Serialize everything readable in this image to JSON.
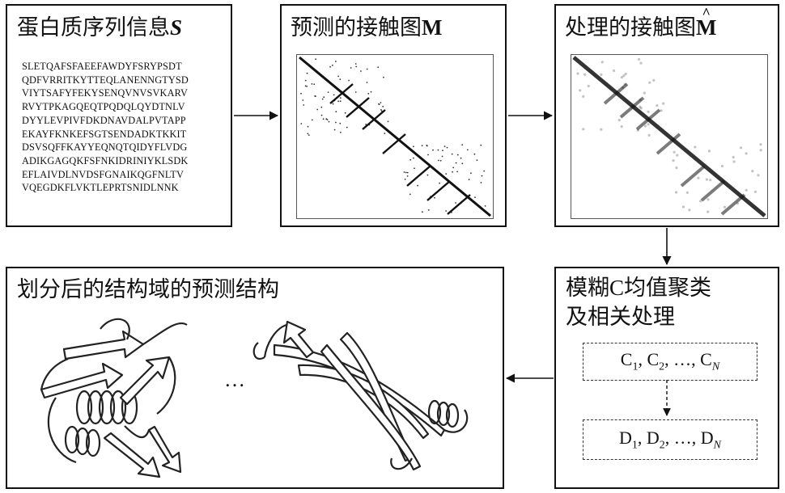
{
  "sequence_box": {
    "title": "蛋白质序列信息",
    "symbol": "S",
    "lines": [
      "SLETQAFSFAEEFAWDYFSRYPSDT",
      "QDFVRRITKYTTEQLANENNGTYSD",
      "VIYTSAFYFEKYSENQVNVSVKARV",
      "RVYTPKAGQEQTPQDQLQYDTNLV",
      "DYYLEVPIVFDKDNAVDALPVTAPP",
      "EKAYFKNKEFSGTSENDADKTKKIT",
      "DSVSQFFKAYYEQNQTQIDYFLVDG",
      "ADIKGAGQKFSFNKIDRINIYKLSDK",
      "EFLAIVDLNVDSFGNAIKQGFNLTV",
      "VQEGDKFLVKTLEPRTSNIDLNNK"
    ]
  },
  "predicted_map_box": {
    "title": "预测的接触图",
    "symbol": "M"
  },
  "processed_map_box": {
    "title": "处理的接触图",
    "symbol": "M"
  },
  "clustering_box": {
    "title_line1": "模糊C均值聚类",
    "title_line2": "及相关处理",
    "clusters_label": "C",
    "domains_label": "D",
    "subscript_first": "1",
    "subscript_second": "2",
    "subscript_last": "N",
    "separator": ", ",
    "ellipsis": "…"
  },
  "structure_box": {
    "title": "划分后的结构域的预测结构",
    "ellipsis": "…"
  },
  "colors": {
    "stroke": "#111111",
    "map_dark": "#111111"
  }
}
